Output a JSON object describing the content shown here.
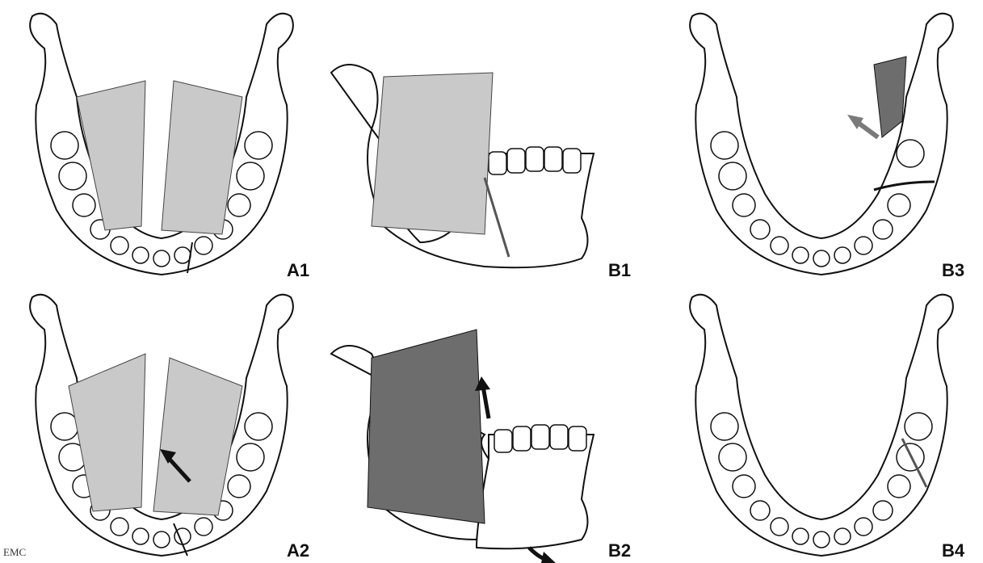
{
  "figure": {
    "credit": "EMC",
    "panels": [
      {
        "id": "A1",
        "label": "A1",
        "view": "occlusal-fracture-favorable"
      },
      {
        "id": "B1",
        "label": "B1",
        "view": "lateral-angle-fracture"
      },
      {
        "id": "B3",
        "label": "B3",
        "view": "occlusal-ramus-fracture-displaced"
      },
      {
        "id": "A2",
        "label": "A2",
        "view": "occlusal-fracture-unfavorable"
      },
      {
        "id": "B2",
        "label": "B2",
        "view": "lateral-angle-fracture-displaced"
      },
      {
        "id": "B4",
        "label": "B4",
        "view": "occlusal-intact-with-fracture-line"
      }
    ]
  },
  "colors": {
    "line": "#111111",
    "muscle_fill": "#c9c9c9",
    "muscle_dark": "#6d6d6d",
    "arrow_gray": "#7a7a7a",
    "arrow_black": "#111111"
  }
}
